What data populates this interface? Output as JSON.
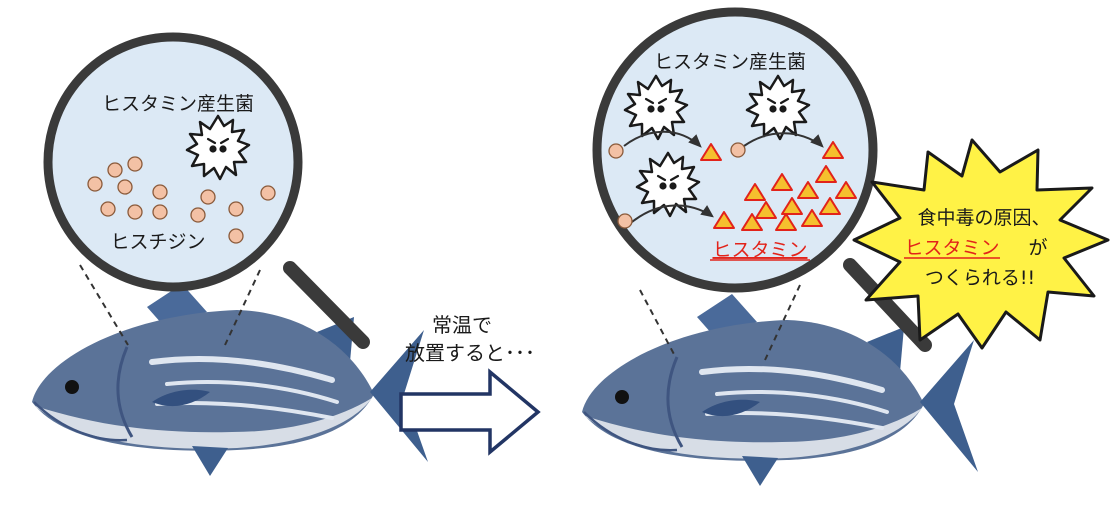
{
  "left_panel": {
    "bacteria_label": "ヒスタミン産生菌",
    "histidine_label": "ヒスチジン"
  },
  "middle": {
    "caption_line1": "常温で",
    "caption_line2": "放置すると･･･"
  },
  "right_panel": {
    "bacteria_label": "ヒスタミン産生菌",
    "histamine_label": "ヒスタミン"
  },
  "burst": {
    "line1": "食中毒の原因、",
    "line2_highlight": "ヒスタミン",
    "line2_suffix": "が",
    "line3": "つくられる!!"
  },
  "icons": {
    "fish": "skipjack-tuna-icon",
    "magnifier": "magnifying-glass-icon",
    "bacteria": "angry-germ-icon",
    "arrow": "right-arrow-icon"
  },
  "colors": {
    "lens_fill": "#dce9f5",
    "histidine": "#f3c1a5",
    "histamine": "#f5c02e",
    "histamine_stroke": "#e2231a",
    "burst": "#fff246",
    "arrow_border": "#223564",
    "fish_body": "#5b7398"
  }
}
